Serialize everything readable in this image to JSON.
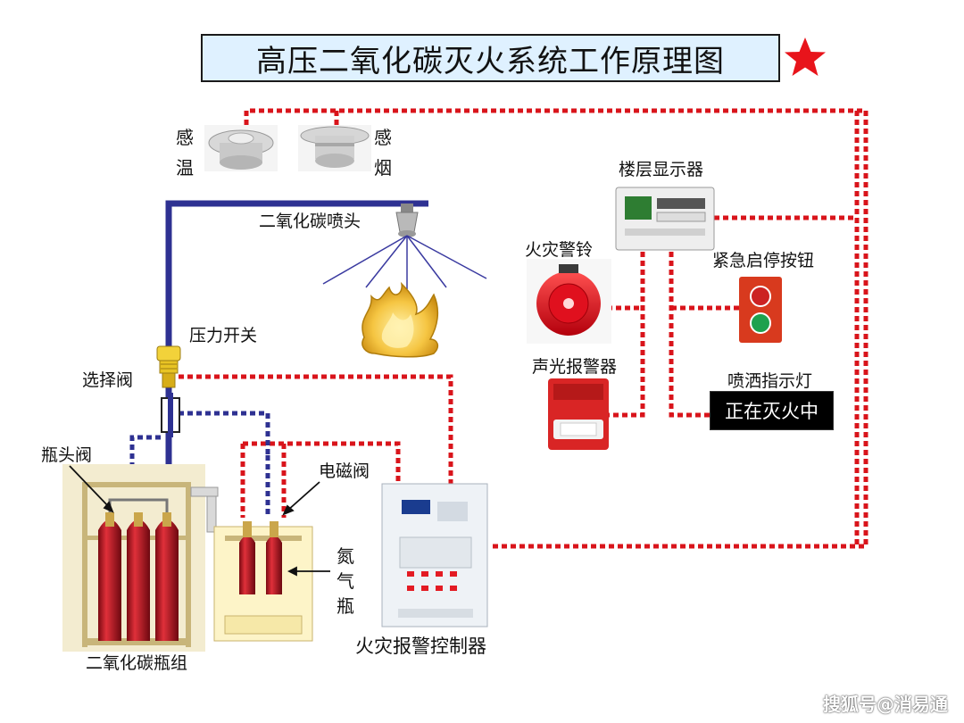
{
  "title": "高压二氧化碳灭火系统工作原理图",
  "labels": {
    "heat_detector_a": "感",
    "heat_detector_b": "温",
    "smoke_detector_a": "感",
    "smoke_detector_b": "烟",
    "floor_display": "楼层显示器",
    "co2_nozzle": "二氧化碳喷头",
    "fire_bell": "火灾警铃",
    "emergency_button": "紧急启停按钮",
    "pressure_switch": "压力开关",
    "selector_valve": "选择阀",
    "audible_visual_alarm": "声光报警器",
    "spray_indicator": "喷洒指示灯",
    "bottle_head_valve": "瓶头阀",
    "solenoid_valve": "电磁阀",
    "nitrogen_bottle_1": "氮",
    "nitrogen_bottle_2": "气",
    "nitrogen_bottle_3": "瓶",
    "fire_controller": "火灾报警控制器",
    "co2_bottle_group": "二氧化碳瓶组"
  },
  "status_display": "正在灭火中",
  "watermark": "搜狐号@消易通",
  "colors": {
    "signal_line": "#d9141b",
    "gas_line": "#2e3192",
    "bottle_red": "#c8102e",
    "star": "#e8141b"
  }
}
